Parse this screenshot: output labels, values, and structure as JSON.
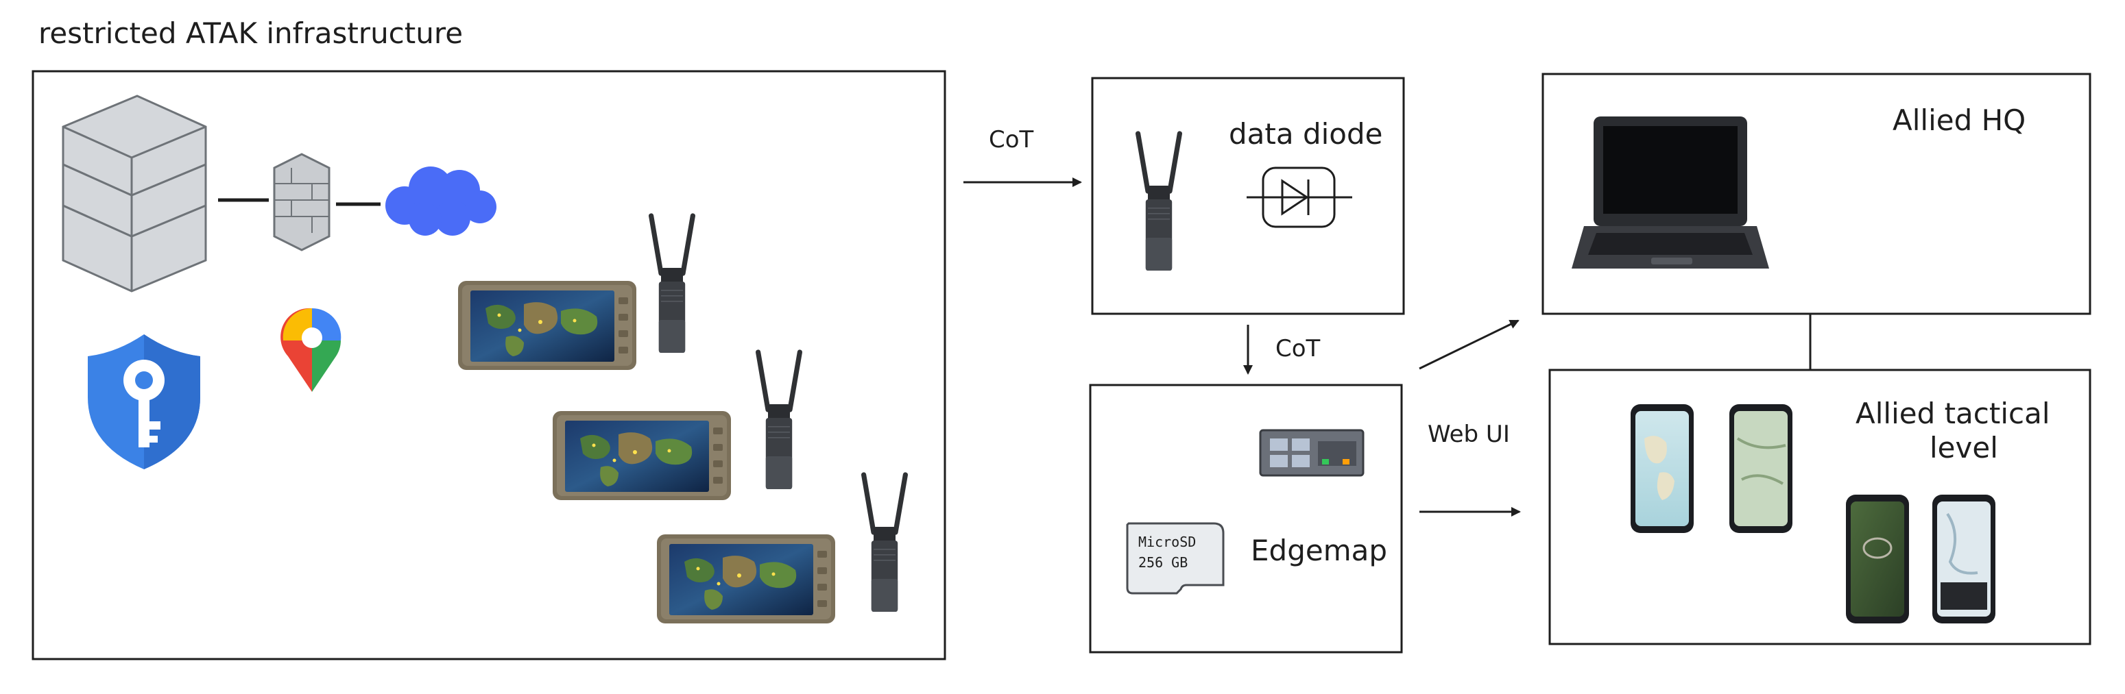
{
  "title": "restricted ATAK infrastructure",
  "arrows": {
    "cot_top": "CoT",
    "cot_down": "CoT",
    "web_ui": "Web UI"
  },
  "boxes": {
    "diode": {
      "label": "data diode"
    },
    "edgemap": {
      "label": "Edgemap"
    },
    "hq": {
      "label": "Allied HQ"
    },
    "tactical": {
      "label_line1": "Allied tactical",
      "label_line2": "level"
    }
  },
  "microsd": {
    "line1": "MicroSD",
    "line2": "256 GB"
  },
  "colors": {
    "stroke": "#1e1e1e",
    "cloud": "#4a6cf7",
    "shield": "#3b82e6",
    "server": "#d4d7db",
    "tablet_frame": "#7b705a",
    "radio": "#3c3f44"
  },
  "icons": [
    "server-stack-icon",
    "firewall-icon",
    "cloud-icon",
    "key-shield-icon",
    "map-pin-icon",
    "rugged-tablet-icon",
    "tactical-radio-icon",
    "diode-symbol-icon",
    "edge-device-icon",
    "microsd-card-icon",
    "laptop-icon",
    "smartphone-icon"
  ]
}
